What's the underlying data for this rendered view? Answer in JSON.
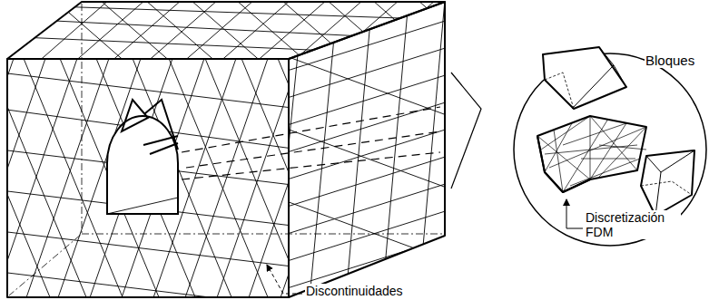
{
  "diagram": {
    "labels": [
      "Bloques",
      "Discretización FDM",
      "Discontinuidades"
    ]
  }
}
